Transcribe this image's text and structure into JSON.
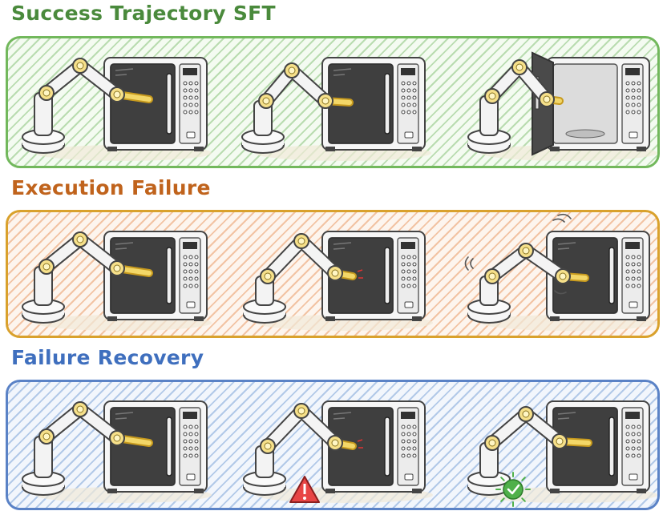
{
  "sections": [
    {
      "title": "Success Trajectory SFT",
      "title_color": "#4a8a3c",
      "border_color": "#72b85c",
      "hatch_color": "#b9dcb0",
      "bg_color": "#f4fbf1",
      "scenes": [
        {
          "state": "grasp-handle",
          "door": "closed",
          "marker": "none"
        },
        {
          "state": "pull-handle",
          "door": "closed",
          "marker": "none"
        },
        {
          "state": "door-open",
          "door": "open",
          "marker": "none"
        }
      ]
    },
    {
      "title": "Execution Failure",
      "title_color": "#c0631c",
      "border_color": "#d9a12c",
      "hatch_color": "#f2c3a3",
      "bg_color": "#fdf5ee",
      "scenes": [
        {
          "state": "grasp-handle",
          "door": "closed",
          "marker": "none"
        },
        {
          "state": "slip-handle",
          "door": "closed",
          "marker": "none"
        },
        {
          "state": "shake-stuck",
          "door": "closed",
          "marker": "vibration"
        }
      ]
    },
    {
      "title": "Failure Recovery",
      "title_color": "#3f6fbe",
      "border_color": "#5a82c6",
      "hatch_color": "#b2c9e8",
      "bg_color": "#f2f6fc",
      "scenes": [
        {
          "state": "grasp-handle",
          "door": "closed",
          "marker": "none"
        },
        {
          "state": "slip-handle",
          "door": "closed",
          "marker": "warning-icon"
        },
        {
          "state": "regrasp-handle",
          "door": "closed",
          "marker": "check-icon"
        }
      ]
    }
  ]
}
